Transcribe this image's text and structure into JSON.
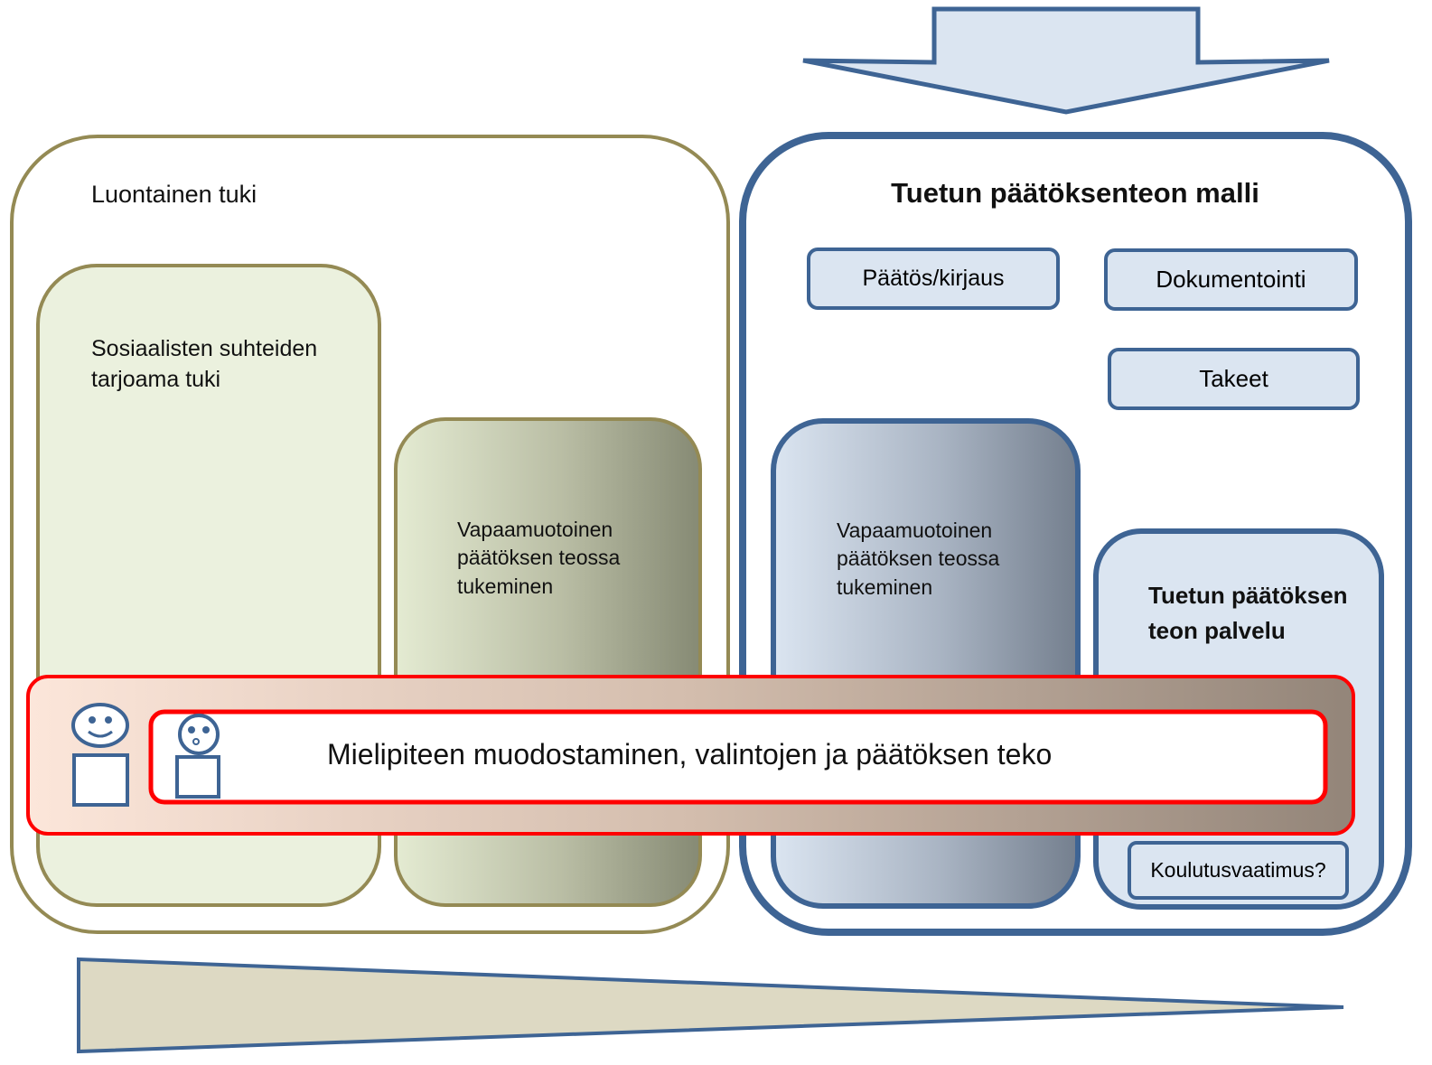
{
  "natural_support": {
    "title": "Luontainen tuki",
    "social_box": {
      "line1": "Sosiaalisten suhteiden",
      "line2": "tarjoama tuki"
    },
    "informal_box": {
      "line1": "Vapaamuotoinen",
      "line2": "päätöksen teossa",
      "line3": "tukeminen"
    }
  },
  "model": {
    "title": "Tuetun päätöksenteon malli",
    "items": {
      "decision": "Päätös/kirjaus",
      "documentation": "Dokumentointi",
      "guarantees": "Takeet"
    },
    "informal_box": {
      "line1": "Vapaamuotoinen",
      "line2": "päätöksen teossa",
      "line3": "tukeminen"
    },
    "service_box": {
      "line1": "Tuetun päätöksen",
      "line2": "teon palvelu",
      "training": "Koulutusvaatimus?"
    }
  },
  "banner": {
    "text": "Mielipiteen muodostaminen, valintojen ja päätöksen teko"
  },
  "colors": {
    "olive": "#948a54",
    "olive_fill": "#ebf1de",
    "navy": "#3e6494",
    "light_blue": "#dbe5f1",
    "red": "#ff0000",
    "wedge": "#ddd9c3"
  }
}
